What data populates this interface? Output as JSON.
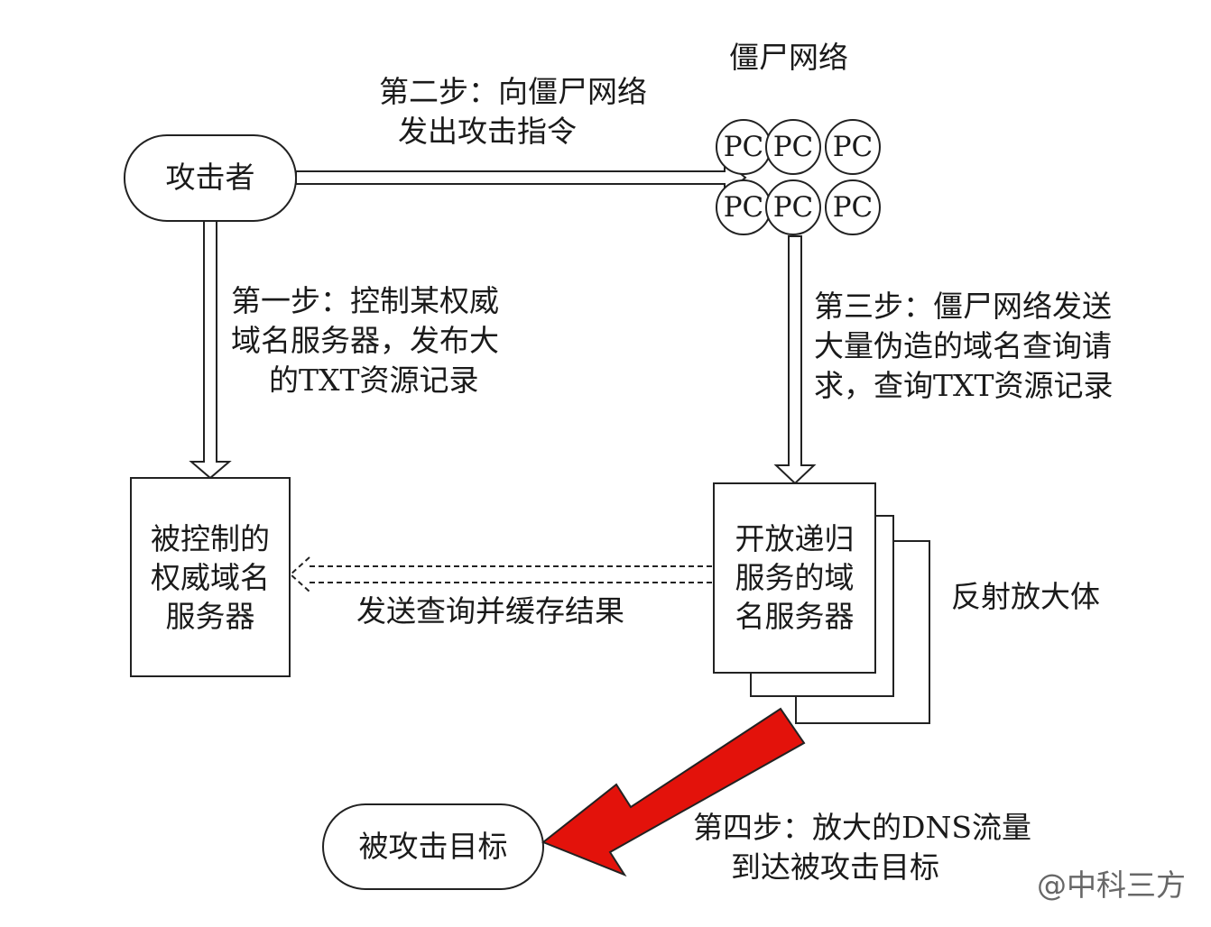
{
  "nodes": {
    "attacker": "攻击者",
    "botnet_title": "僵尸网络",
    "pc_label": "PC",
    "controlled_server": "被控制的\n权威域名\n服务器",
    "recursive_server": "开放递归\n服务的域\n名服务器",
    "amplifier_label": "反射放大体",
    "target": "被攻击目标"
  },
  "steps": {
    "step1": "第一步：控制某权威\n域名服务器，发布大\n    的TXT资源记录",
    "step2": "第二步：向僵尸网络\n  发出攻击指令",
    "step3": "第三步：僵尸网络发送\n大量伪造的域名查询请\n求，查询TXT资源记录",
    "query_cache": "发送查询并缓存结果",
    "step4": "第四步：放大的DNS流量\n    到达被攻击目标"
  },
  "watermark": "@中科三方",
  "colors": {
    "line": "#222222",
    "attack_arrow": "#e3120b",
    "background": "#ffffff"
  }
}
